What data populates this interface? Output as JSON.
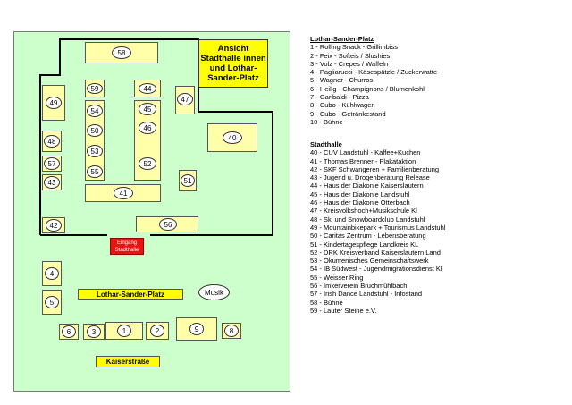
{
  "map": {
    "title": "Ansicht Stadthalle innen und Lothar-Sander-Platz",
    "entrance": {
      "line1": "Eingang",
      "line2": "Stadthalle"
    },
    "streets": {
      "platz": "Lothar-Sander-Platz",
      "kaiser": "Kaiserstraße"
    },
    "musik": "Musik",
    "booths": {
      "b58": "58",
      "b59": "59",
      "b44": "44",
      "b47": "47",
      "b49": "49",
      "b54": "54",
      "b45": "45",
      "b50": "50",
      "b46": "46",
      "b48": "48",
      "b53": "53",
      "b40": "40",
      "b57": "57",
      "b52": "52",
      "b55": "55",
      "b43": "43",
      "b51": "51",
      "b41": "41",
      "b42": "42",
      "b56": "56",
      "b4": "4",
      "b5": "5",
      "b6": "6",
      "b3": "3",
      "b1": "1",
      "b2": "2",
      "b9": "9",
      "b8": "8"
    }
  },
  "legend_platz": {
    "heading": "Lothar-Sander-Platz",
    "items": [
      "1 - Rolling Snack - Grillimbiss",
      "2 - Feix - Softeis / Slushies",
      "3 - Volz - Crepes / Waffeln",
      "4 - Pagliarucci - Käsespätzle / Zuckerwatte",
      "5 - Wagner - Churros",
      "6 - Heilig - Champignons / Blumenkohl",
      "7 - Garibaldi - Pizza",
      "8 - Cubo - Kühlwagen",
      "9 - Cubo - Getränkestand",
      "10 - Bühne"
    ]
  },
  "legend_halle": {
    "heading": "Stadthalle",
    "items": [
      "40 - CUV Landstuhl - Kaffee+Kuchen",
      "41 - Thomas Brenner - Plakataktion",
      "42 - SKF Schwangeren + Familienberatung",
      "43 - Jugend u. Drogenberatung Release",
      "44 - Haus der Diakonie Kaiserslautern",
      "45 - Haus der Diakonie Landstuhl",
      "46 - Haus der Diakonie Otterbach",
      "47 - Kreisvolkshoch+Musikschule Kl",
      "48 - Ski und Snowboardclub Landstuhl",
      "49 - Mountainbikepark + Tourismus Landstuhl",
      "50 - Caritas Zentrum - Lebensberatung",
      "51 - Kindertagespflege Landkreis KL",
      "52 - DRK Kreisverband Kaiserslautern Land",
      "53 - Ökumenisches Gemeinschaftswerk",
      "54 - IB Südwest - Jugendmigrationsdienst Kl",
      "55 - Weisser Ring",
      "56 - Imkerverein Bruchmühlbach",
      "57 - Irish Dance Landstuhl - Infostand",
      "58 - Bühne",
      "59 - Lauter Steine e.V."
    ]
  }
}
